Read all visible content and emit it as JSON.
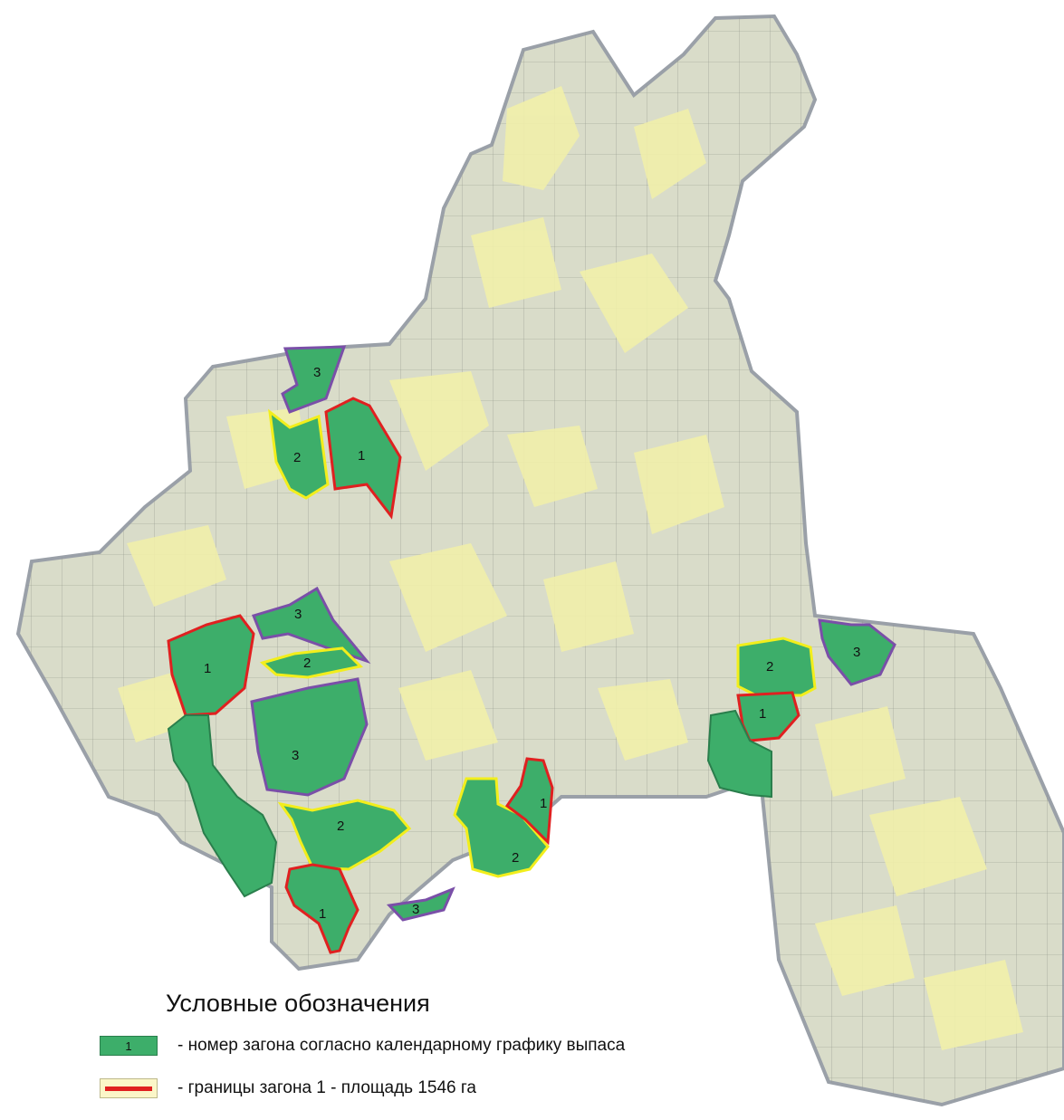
{
  "legend": {
    "title": "Условные обозначения",
    "items": [
      {
        "swatch_text": "1",
        "text": "- номер загона согласно календарному графику выпаса"
      },
      {
        "swatch_text": "",
        "text": "- границы загона 1 - площадь 1546 га"
      }
    ]
  },
  "colors": {
    "paddock_fill": "#3dae6a",
    "zone_1_border": "#e02020",
    "zone_2_border": "#f2ee1c",
    "zone_3_border": "#7a4fa8",
    "base_map_fill": "#d9dcc9",
    "pasture_fill": "#f1efaa"
  },
  "paddocks": [
    {
      "label": "3",
      "zone": 3
    },
    {
      "label": "2",
      "zone": 2
    },
    {
      "label": "1",
      "zone": 1
    },
    {
      "label": "3",
      "zone": 3
    },
    {
      "label": "1",
      "zone": 1
    },
    {
      "label": "2",
      "zone": 2
    },
    {
      "label": "3",
      "zone": 3
    },
    {
      "label": "2",
      "zone": 2
    },
    {
      "label": "1",
      "zone": 1
    },
    {
      "label": "1",
      "zone": 1
    },
    {
      "label": "2",
      "zone": 2
    },
    {
      "label": "3",
      "zone": 3
    },
    {
      "label": "2",
      "zone": 2
    },
    {
      "label": "1",
      "zone": 1
    },
    {
      "label": "3",
      "zone": 3
    }
  ]
}
